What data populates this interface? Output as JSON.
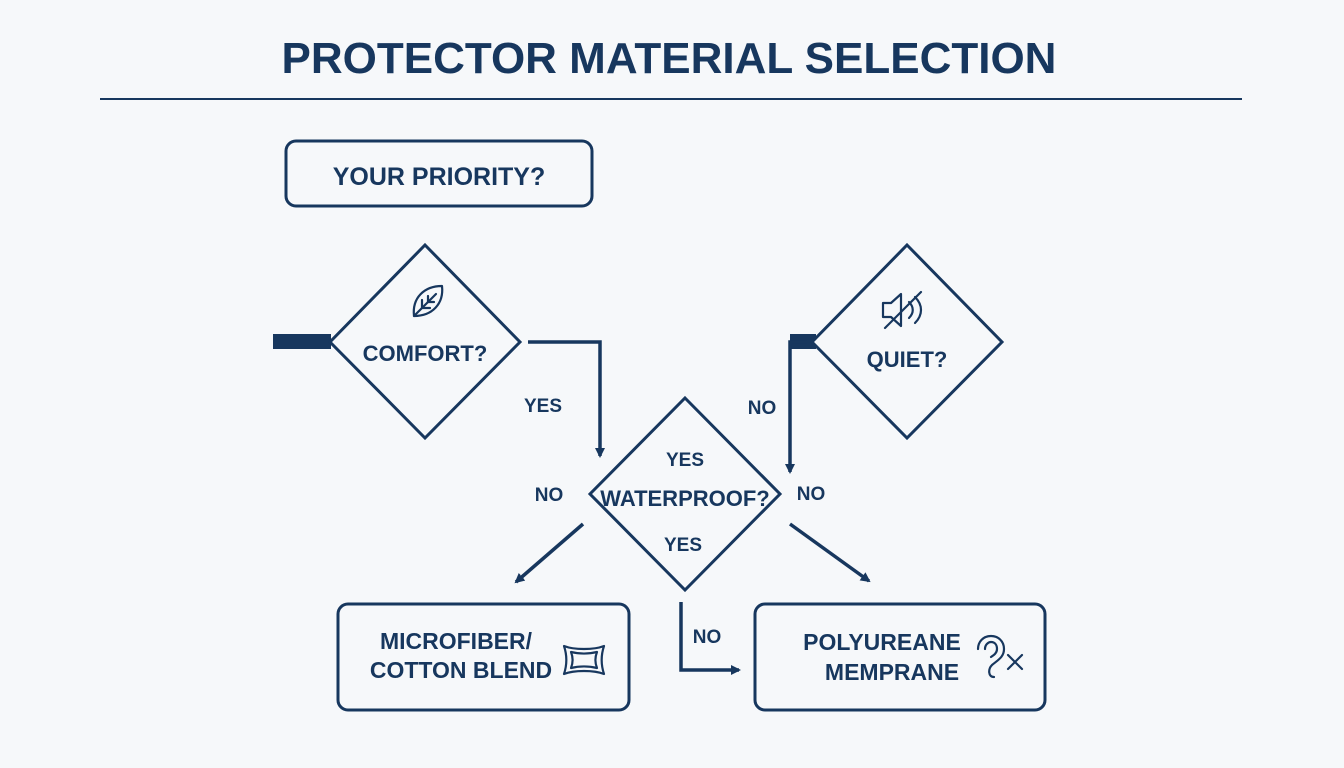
{
  "title": "PROTECTOR MATERIAL SELECTION",
  "nodes": {
    "priority": "YOUR PRIORITY?",
    "comfort": "COMFORT?",
    "quiet": "QUIET?",
    "waterproof": "WATERPROOF?",
    "microfiber_line1": "MICROFIBER/",
    "microfiber_line2": "COTTON BLEND",
    "polyureane_line1": "POLYUREANE",
    "polyureane_line2": "MEMPRANE"
  },
  "edge_labels": {
    "comfort_yes": "YES",
    "quiet_no": "NO",
    "waterproof_top_yes": "YES",
    "waterproof_left_no": "NO",
    "waterproof_right_no": "NO",
    "waterproof_bottom_yes": "YES",
    "waterproof_down_no": "NO"
  },
  "icons": {
    "comfort": "leaf-icon",
    "quiet": "speaker-muted-icon",
    "microfiber": "pillow-icon",
    "polyureane": "ear-muted-icon"
  },
  "colors": {
    "primary": "#17375e",
    "background": "#f6f8fa"
  }
}
